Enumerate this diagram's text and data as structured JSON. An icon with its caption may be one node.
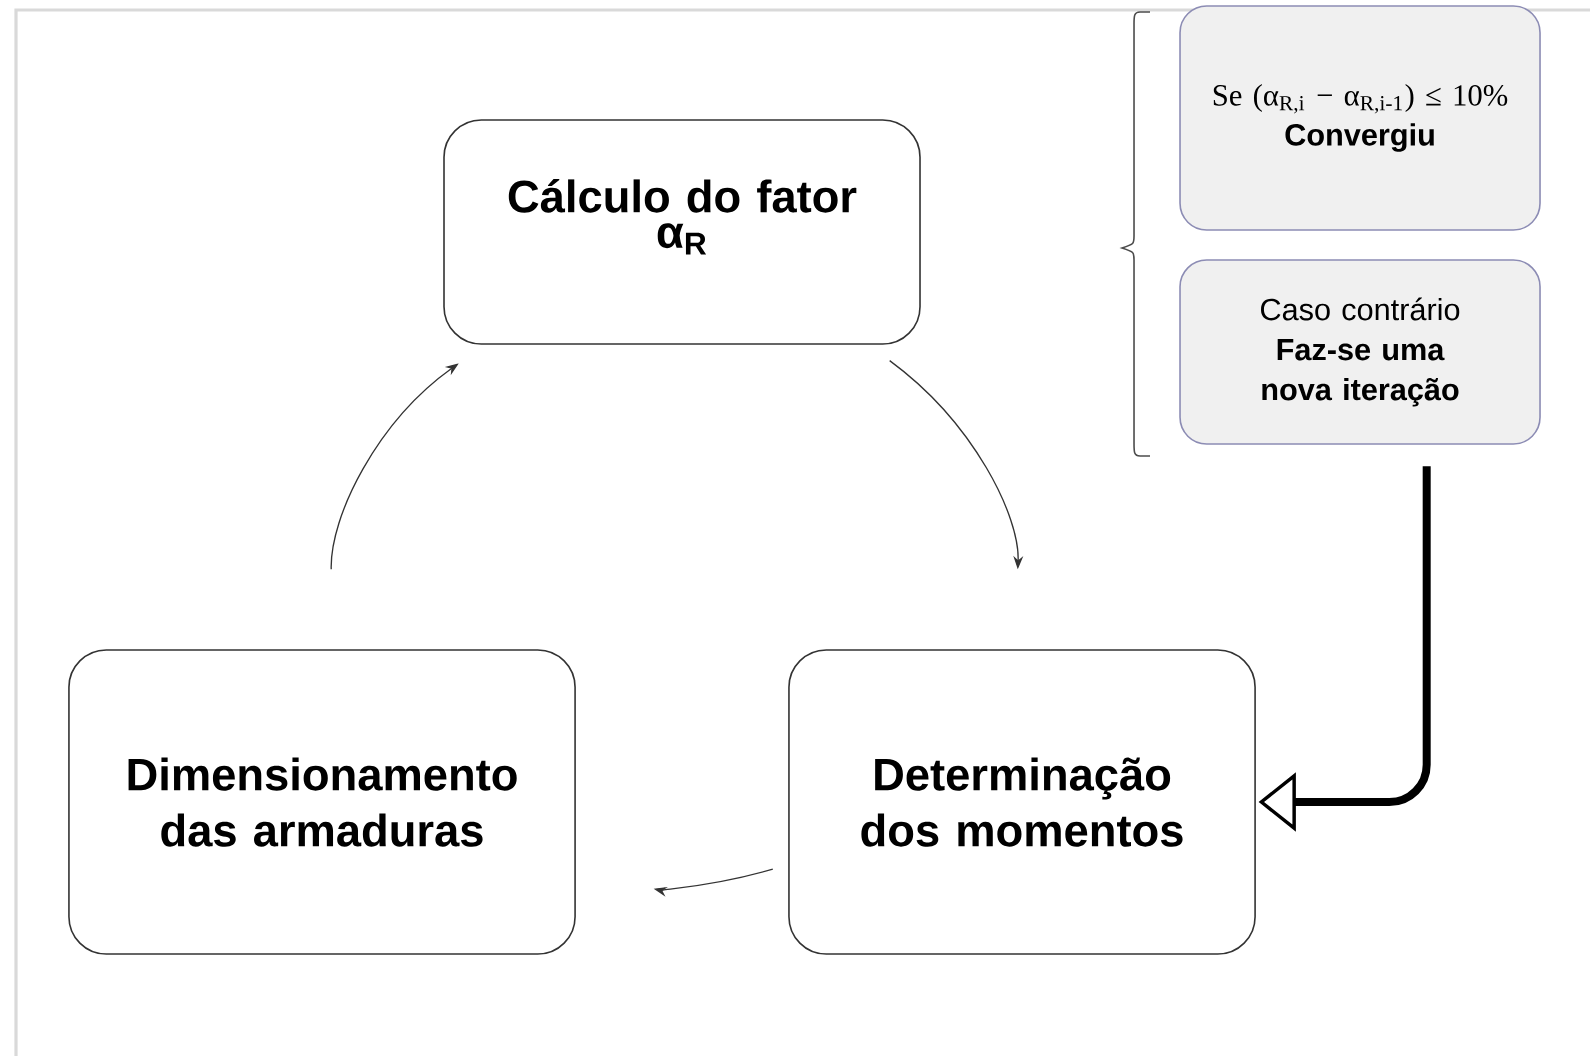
{
  "diagram": {
    "nodes": [
      {
        "text": [
          "Cálculo do fator",
          "α$_{R}$"
        ]
      },
      {
        "text": [
          "Determinação dos momentos"
        ]
      },
      {
        "text": [
          "Dimensionamento das armaduras"
        ]
      },
      {
        "text": [
          "Se (α$_{R,i}$ − α$_{R,i-1}$) ≤ 10%",
          "Convergiu"
        ]
      },
      {
        "text": [
          "Caso contrário",
          "Faz-se uma nova iteração"
        ]
      }
    ],
    "edges": [
      {
        "from": 0,
        "to": 1,
        "arrow": "to"
      },
      {
        "from": 1,
        "to": 2,
        "arrow": "to"
      },
      {
        "from": 2,
        "to": 0,
        "arrow": "to"
      },
      {
        "from": 4,
        "to": 1,
        "arrow": "to",
        "style": "thick"
      }
    ]
  }
}
